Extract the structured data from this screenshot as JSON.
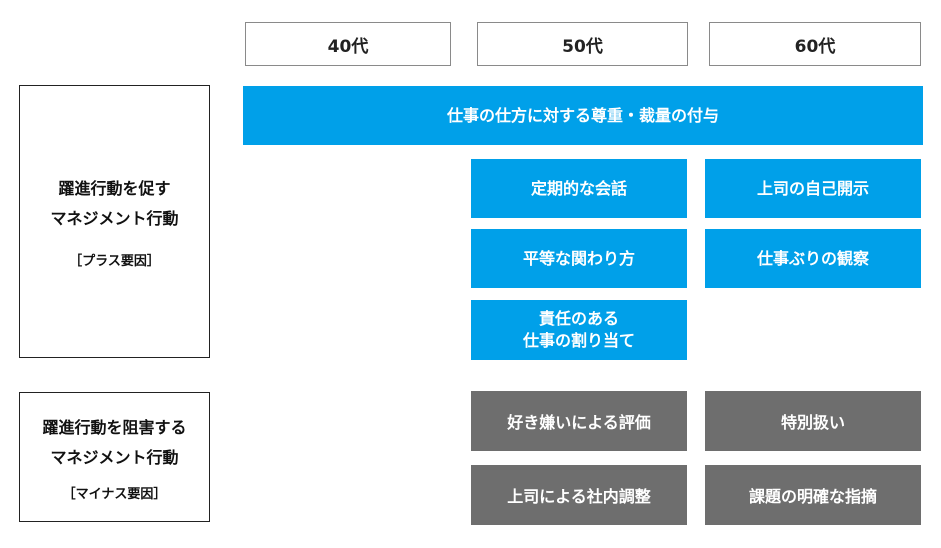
{
  "columns": [
    "40代",
    "50代",
    "60代"
  ],
  "plus": {
    "title_line1": "躍進行動を促す",
    "title_line2": "マネジメント行動",
    "tag": "［プラス要因］",
    "span_all": "仕事の仕方に対する尊重・裁量の付与",
    "col50": [
      "定期的な会話",
      "平等な関わり方"
    ],
    "col50_multi_line1": "責任のある",
    "col50_multi_line2": "仕事の割り当て",
    "col60": [
      "上司の自己開示",
      "仕事ぶりの観察"
    ]
  },
  "minus": {
    "title_line1": "躍進行動を阻害する",
    "title_line2": "マネジメント行動",
    "tag": "［マイナス要因］",
    "col50": [
      "好き嫌いによる評価",
      "上司による社内調整"
    ],
    "col60": [
      "特別扱い",
      "課題の明確な指摘"
    ]
  },
  "colors": {
    "blue": "#00a0e9",
    "gray": "#6e6e6e"
  }
}
